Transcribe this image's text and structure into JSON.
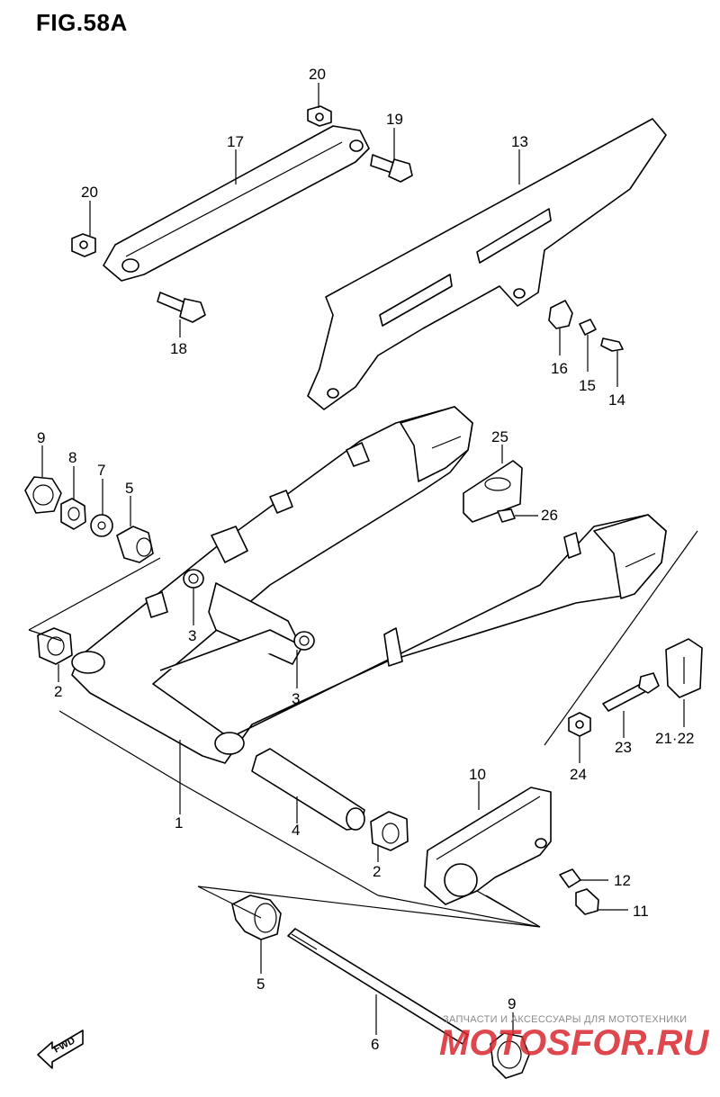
{
  "figure": {
    "title": "FIG.58A"
  },
  "callouts": {
    "c1": "1",
    "c2a": "2",
    "c2b": "2",
    "c3a": "3",
    "c3b": "3",
    "c4": "4",
    "c5a": "5",
    "c5b": "5",
    "c6": "6",
    "c7": "7",
    "c8": "8",
    "c9a": "9",
    "c9b": "9",
    "c10": "10",
    "c11": "11",
    "c12": "12",
    "c13": "13",
    "c14": "14",
    "c15": "15",
    "c16": "16",
    "c17": "17",
    "c18": "18",
    "c19": "19",
    "c20a": "20",
    "c20b": "20",
    "c2122": "21·22",
    "c23": "23",
    "c24": "24",
    "c25": "25",
    "c26": "26"
  },
  "direction_marker": "FWD",
  "watermark": {
    "tagline": "ЗАПЧАСТИ И АКСЕССУАРЫ ДЛЯ МОТОТЕХНИКИ",
    "brand": "MOTOSFOR.RU"
  }
}
